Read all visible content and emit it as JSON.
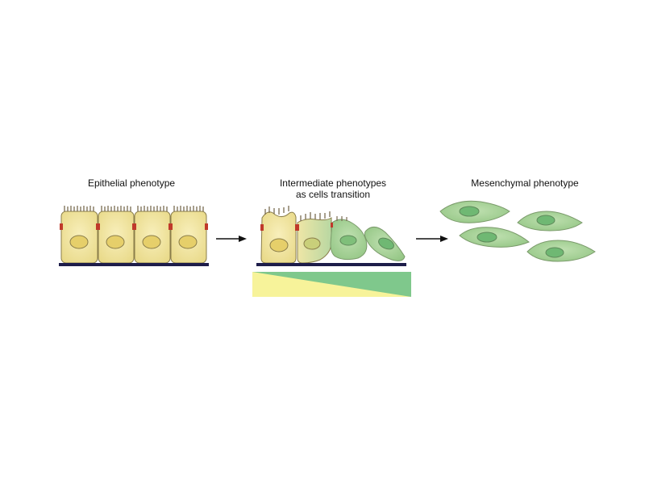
{
  "labels": {
    "epithelial": "Epithelial phenotype",
    "intermediate_line1": "Intermediate phenotypes",
    "intermediate_line2": "as cells transition",
    "mesenchymal": "Mesenchymal phenotype"
  },
  "colors": {
    "epithelial_cell": "#f3e8a6",
    "mesenchymal_cell": "#a9d29a",
    "basement_membrane": "#1e1d4a",
    "junction": "#c0392b",
    "gradient_yellow": "#f7f39a",
    "gradient_green": "#7fc88c"
  }
}
